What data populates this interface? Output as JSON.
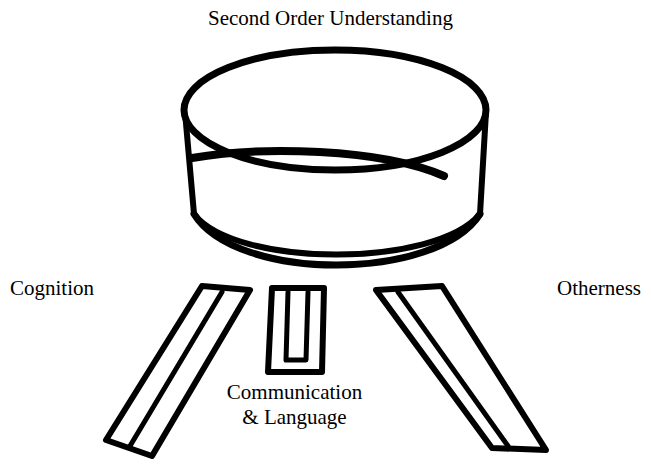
{
  "diagram": {
    "labels": [
      "Second Order Understanding",
      "Cognition",
      "Otherness",
      "Communication & Language"
    ]
  }
}
